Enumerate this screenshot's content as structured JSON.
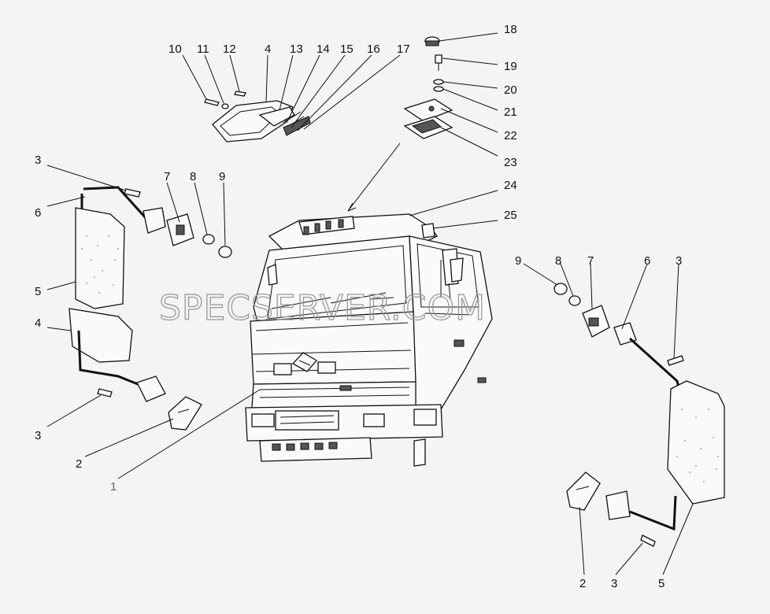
{
  "watermark": "SPECSERVER.COM",
  "callouts": {
    "c1": "1",
    "c2a": "2",
    "c2b": "2",
    "c3a": "3",
    "c3b": "3",
    "c3c": "3",
    "c3d": "3",
    "c4a": "4",
    "c4b": "4",
    "c5a": "5",
    "c5b": "5",
    "c6a": "6",
    "c6b": "6",
    "c7a": "7",
    "c7b": "7",
    "c8a": "8",
    "c8b": "8",
    "c9a": "9",
    "c9b": "9",
    "c10": "10",
    "c11": "11",
    "c12": "12",
    "c13": "13",
    "c14": "14",
    "c15": "15",
    "c16": "16",
    "c17": "17",
    "c18": "18",
    "c19": "19",
    "c20": "20",
    "c21": "21",
    "c22": "22",
    "c23": "23",
    "c24": "24",
    "c25": "25"
  }
}
